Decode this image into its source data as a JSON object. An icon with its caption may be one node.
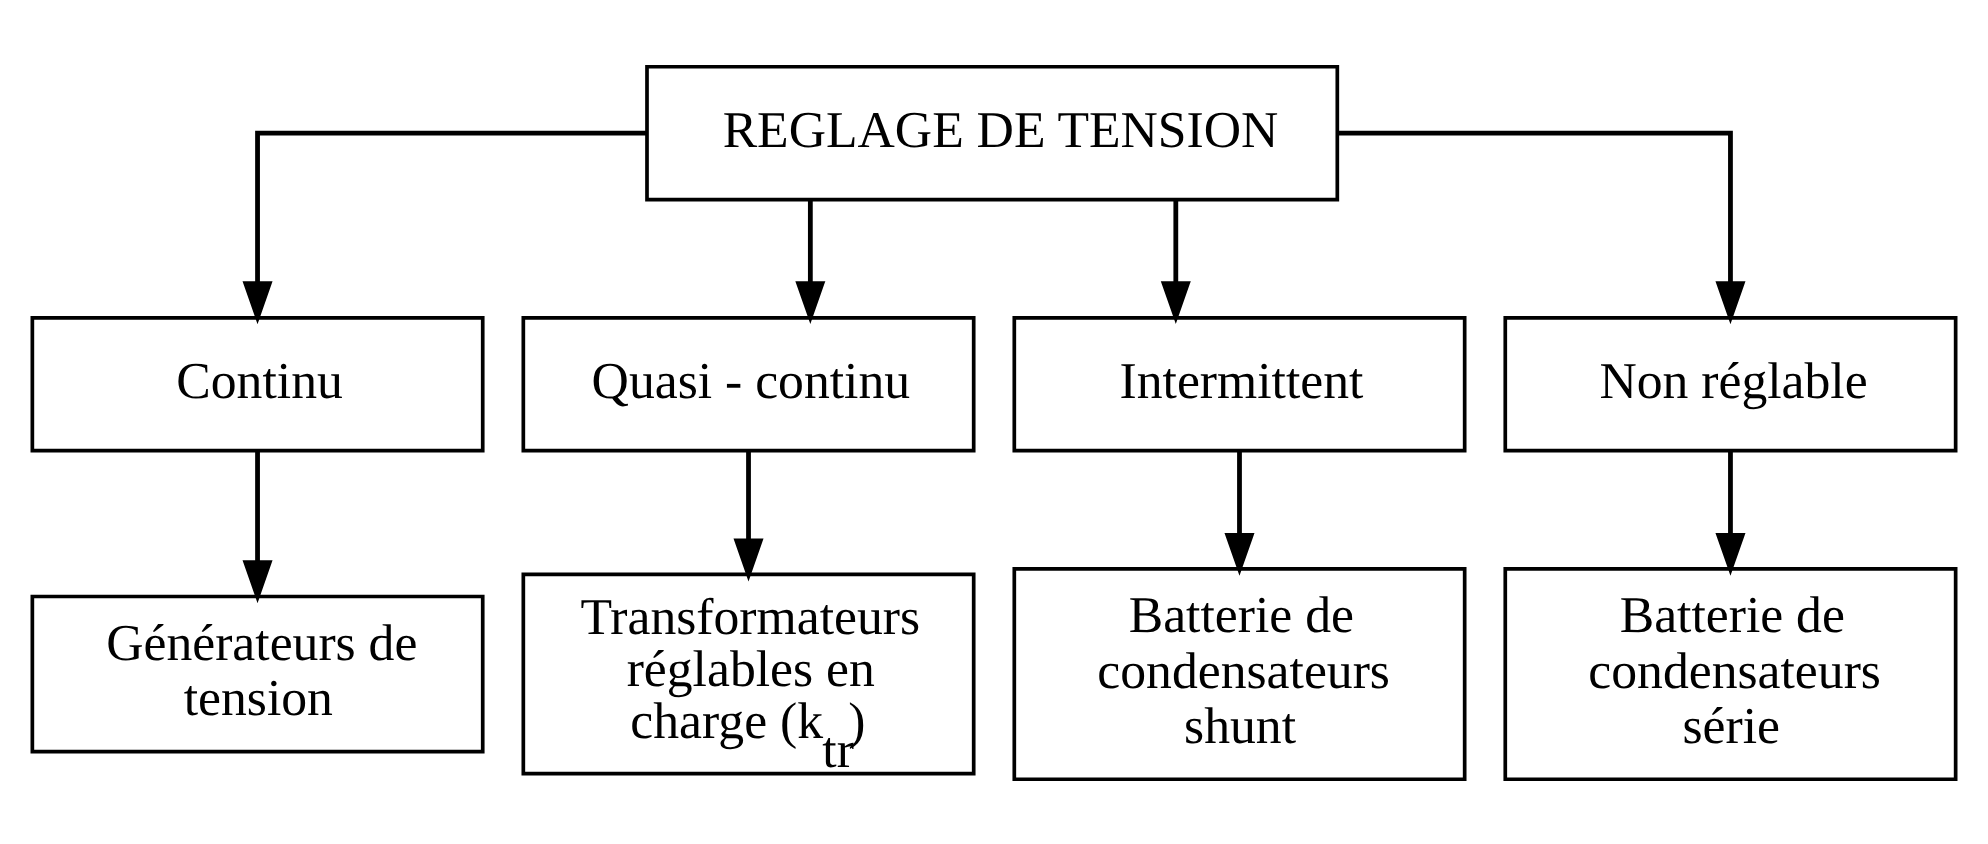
{
  "diagram": {
    "nodes": [
      {
        "text": [
          "REGLAGE DE TENSION"
        ]
      },
      {
        "text": [
          "Continu"
        ]
      },
      {
        "text": [
          "Quasi - continu"
        ]
      },
      {
        "text": [
          "Intermittent"
        ]
      },
      {
        "text": [
          "Non réglable"
        ]
      },
      {
        "text": [
          "Générateurs de tension"
        ]
      },
      {
        "text": [
          "Transformateurs réglables en charge (k$_{tr}$)"
        ]
      },
      {
        "text": [
          "Batterie de condensateurs shunt"
        ]
      },
      {
        "text": [
          "Batterie de condensateurs série"
        ]
      }
    ],
    "edges": [
      {
        "from": 0,
        "to": 1,
        "arrow": "to"
      },
      {
        "from": 0,
        "to": 2,
        "arrow": "to"
      },
      {
        "from": 0,
        "to": 3,
        "arrow": "to"
      },
      {
        "from": 0,
        "to": 4,
        "arrow": "to"
      },
      {
        "from": 1,
        "to": 5,
        "arrow": "to"
      },
      {
        "from": 2,
        "to": 6,
        "arrow": "to"
      },
      {
        "from": 3,
        "to": 7,
        "arrow": "to"
      },
      {
        "from": 4,
        "to": 8,
        "arrow": "to"
      }
    ]
  }
}
